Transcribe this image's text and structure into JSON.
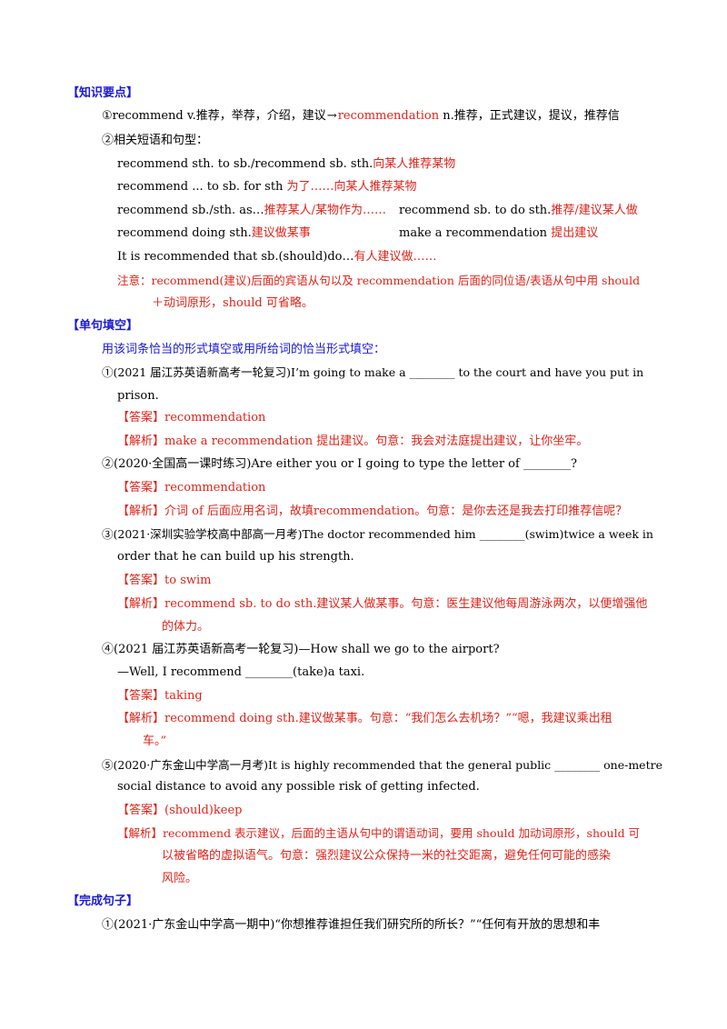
{
  "sections": {
    "knowledge_title": "【知识要点】",
    "single_title": "【单句填空】",
    "complete_title": "【完成句子】"
  },
  "knowledge": {
    "line1_a": "①recommend v.推荐，举荐，介绍，建议",
    "line1_arrow": "→",
    "line1_red": "recommendation",
    "line1_b": " n.推荐，正式建议，提议，推荐信",
    "line2": "②相关短语和句型：",
    "p1_black": "recommend sth.  to sb./recommend sb.  sth.",
    "p1_red": "向某人推荐某物",
    "p2_black": "recommend  ...  to sb.  for sth ",
    "p2_red": "为了……向某人推荐某物",
    "p3_black": "recommend sb./sth.  as…",
    "p3_red": "推荐某人/某物作为……",
    "p3b_black": "recommend sb.  to do sth.",
    "p3b_red": "推荐/建议某人做",
    "p4_black": "recommend doing sth.",
    "p4_red": "建议做某事",
    "p4b_black": "make a recommendation ",
    "p4b_red": "提出建议",
    "p5_black": "It is recommended that sb.(should)do…",
    "p5_red": "有人建议做……",
    "note1": "注意：recommend(建议)后面的宾语从句以及 recommendation 后面的同位语/表语从句中用 should",
    "note2": "＋动词原形，should 可省略。"
  },
  "single": {
    "instruction": "用该词条恰当的形式填空或用所给词的恰当形式填空：",
    "q1_a": "①(2021 届江苏英语新高考一轮复习)I’m going to make a  ________  to the court and have you put in",
    "q1_b": "prison.",
    "q1_ans_label": "【答案】",
    "q1_ans": "recommendation",
    "q1_exp_label": "【解析】",
    "q1_exp": "make a recommendation 提出建议。句意：我会对法庭提出建议，让你坐牢。",
    "q2_a": "②(2020·全国高一课时练习)Are either you or I going to type the letter of  ________?",
    "q2_ans_label": "【答案】",
    "q2_ans": "recommendation",
    "q2_exp_label": "【解析】",
    "q2_exp": "介词 of 后面应用名词，故填recommendation。句意：是你去还是我去打印推荐信呢？",
    "q3_a": "③(2021·深圳实验学校高中部高一月考)The doctor recommended him ________(swim)twice a week in",
    "q3_b": "order that he can build up his strength.",
    "q3_ans_label": "【答案】",
    "q3_ans": "to swim",
    "q3_exp_label": "【解析】",
    "q3_exp1": "recommend sb. to do sth.建议某人做某事。句意：医生建议他每周游泳两次，以便增强他",
    "q3_exp2": "的体力。",
    "q4_a": "④(2021 届江苏英语新高考一轮复习)—How shall we go to the airport?",
    "q4_b": "—Well, I recommend  ________(take)a taxi.",
    "q4_ans_label": "【答案】",
    "q4_ans": "taking",
    "q4_exp_label": "【解析】",
    "q4_exp1": "recommend doing sth.建议做某事。句意：“我们怎么去机场？”“嗯，我建议乘出租",
    "q4_exp2": "车。”",
    "q5_a": "⑤(2020·广东金山中学高一月考)It is highly recommended that the general public  ________  one-metre",
    "q5_b": "social distance to avoid any possible risk of getting infected.",
    "q5_ans_label": "【答案】",
    "q5_ans": "(should)keep",
    "q5_exp_label": "【解析】",
    "q5_exp1": "recommend 表示建议，后面的主语从句中的谓语动词，要用 should 加动词原形，should 可",
    "q5_exp2": "以被省略的虚拟语气。句意：强烈建议公众保持一米的社交距离，避免任何可能的感染",
    "q5_exp3": "风险。"
  },
  "complete": {
    "q1": "①(2021·广东金山中学高一期中)“你想推荐谁担任我们研究所的所长？”“任何有开放的思想和丰"
  },
  "colors": {
    "heading": "#1a1ad6",
    "answer": "#e0231a",
    "text": "#000000"
  }
}
